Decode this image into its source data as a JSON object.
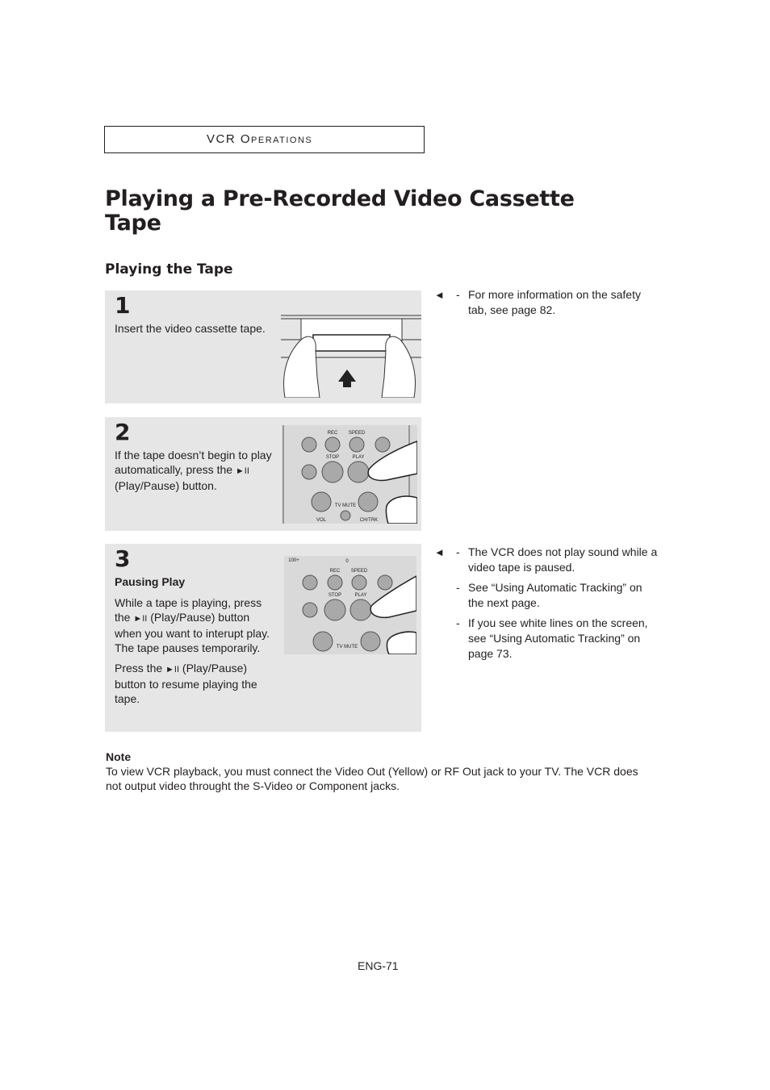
{
  "header": {
    "section_first": "VCR O",
    "section_rest": "PERATIONS"
  },
  "title": "Playing a Pre-Recorded Video Cassette Tape",
  "subtitle": "Playing the Tape",
  "icons": {
    "play_pause": "play-pause-icon",
    "side_note": "left-arrow-icon"
  },
  "steps": [
    {
      "number": "1",
      "text": "Insert the video cassette tape."
    },
    {
      "number": "2",
      "text_before": "If the tape doesn’t begin to play automatically, press the",
      "symbol": "►II",
      "text_after": "(Play/Pause) button."
    },
    {
      "number": "3",
      "heading": "Pausing Play",
      "p1_before": "While a tape is playing, press the",
      "symbol": "►II",
      "p1_after": "(Play/Pause) button when you want to interupt play. The tape pauses temporarily.",
      "p2_before": "Press the",
      "p2_after": "(Play/Pause) button to resume playing the tape."
    }
  ],
  "remote_labels": {
    "rec": "REC",
    "speed": "SPEED",
    "stop": "STOP",
    "play": "PLAY",
    "tv_mute": "TV MUTE",
    "vol": "VOL",
    "ch_trk": "CH/TRK",
    "hundred": "100+",
    "zero": "0"
  },
  "side_notes_1": [
    {
      "arrow": "◄",
      "text": "For more information on the safety tab, see page 82."
    }
  ],
  "side_notes_3": [
    {
      "arrow": "◄",
      "text": "The VCR does not play sound while a video tape is paused."
    },
    {
      "arrow": "",
      "text": "See “Using Automatic Tracking” on the next page."
    },
    {
      "arrow": "",
      "text": "If you see white lines on the screen, see “Using Automatic Tracking” on page 73."
    }
  ],
  "note": {
    "label": "Note",
    "text": "To view VCR playback, you must connect the Video Out (Yellow) or RF Out jack to your TV. The VCR does not output video throught the S-Video or Component jacks."
  },
  "footer": {
    "page": "ENG-71"
  }
}
